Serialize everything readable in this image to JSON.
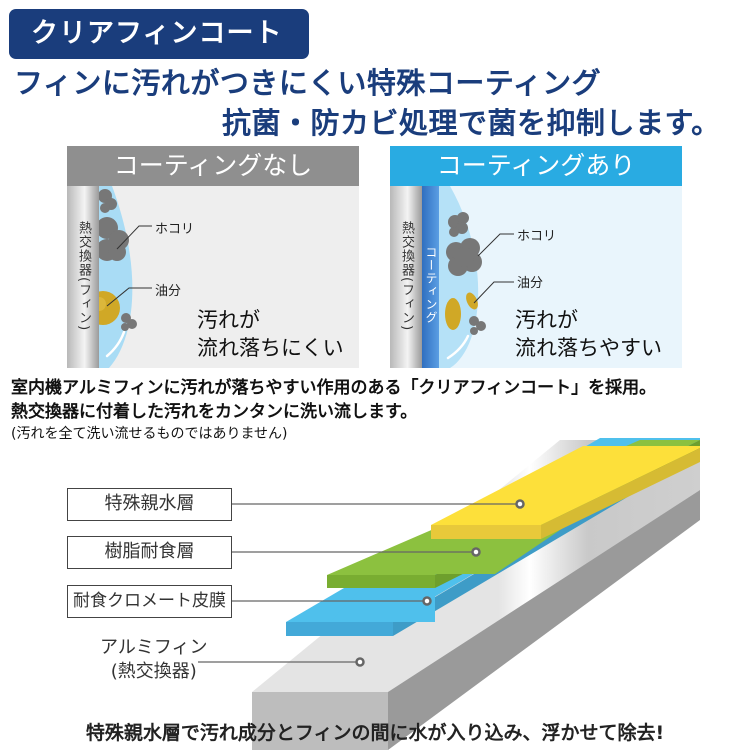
{
  "badge": {
    "label": "クリアフィンコート",
    "bg": "#1a3d7c"
  },
  "headline": {
    "line1": "フィンに汚れがつきにくい特殊コーティング",
    "line2": "抗菌・防カビ処理で菌を抑制します。",
    "color": "#1a3d7c"
  },
  "comparison": {
    "without": {
      "title": "コーティングなし",
      "header_color": "#8f8f8f",
      "fin_label": "熱交換器(フィン)",
      "callouts": {
        "dust": "ホコリ",
        "oil": "油分"
      },
      "result_line1": "汚れが",
      "result_line2": "流れ落ちにくい"
    },
    "with": {
      "title": "コーティングあり",
      "header_color": "#29abe2",
      "fin_label": "熱交換器(フィン)",
      "coating_label": "コーティング",
      "callouts": {
        "dust": "ホコリ",
        "oil": "油分"
      },
      "result_line1": "汚れが",
      "result_line2": "流れ落ちやすい"
    }
  },
  "description": {
    "line1": "室内機アルミフィンに汚れが落ちやすい作用のある「クリアフィンコート」を採用。",
    "line2": "熱交換器に付着した汚れをカンタンに洗い流します。",
    "note": "(汚れを全て洗い流せるものではありません)"
  },
  "layers": [
    {
      "label": "特殊親水層",
      "color": "#fde03a"
    },
    {
      "label": "樹脂耐食層",
      "color": "#8cc13f"
    },
    {
      "label": "耐食クロメート皮膜",
      "color": "#4fc0ec"
    },
    {
      "label_line1": "アルミフィン",
      "label_line2": "(熱交換器)",
      "color": "#e6e6e6"
    }
  ],
  "footer": "特殊親水層で汚れ成分とフィンの間に水が入り込み、浮かせて除去!"
}
